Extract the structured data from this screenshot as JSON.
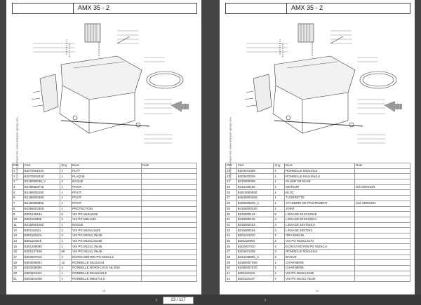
{
  "left_page": {
    "title": "AMX 35 - 2",
    "side_text": "© Ammann-Schweiz AG, www.ammann-group.com",
    "page_number": "13",
    "headers": [
      "Pos",
      "Cod.",
      "Q.ty",
      "Desc",
      "Note"
    ],
    "rows": [
      [
        "1",
        "B2070001442",
        "1",
        "PLAT",
        ""
      ],
      [
        "2",
        "B207000203Z",
        "1",
        "PLAQUE",
        ""
      ],
      [
        "3",
        "B215000048_V",
        "2",
        "BAGUE",
        ""
      ],
      [
        "4",
        "B219000377Z",
        "1",
        "PIVOT",
        ""
      ],
      [
        "5",
        "B219000520Z",
        "1",
        "PIVOT",
        ""
      ],
      [
        "6",
        "B219000539Z",
        "1",
        "PIVOT",
        ""
      ],
      [
        "7",
        "B219000580Z",
        "1",
        "PIVOT",
        ""
      ],
      [
        "8",
        "B236000335G",
        "1",
        "PROTECTION",
        ""
      ],
      [
        "9",
        "B301249184",
        "8",
        "VIS PG M16x2x50",
        ""
      ],
      [
        "10",
        "B301118088",
        "2",
        "VIS PG M8x1x25",
        ""
      ],
      [
        "11",
        "B215000105Z",
        "1",
        "BAGUE",
        ""
      ],
      [
        "12",
        "B301118111",
        "2",
        "VIS PG M10x1,5x25",
        ""
      ],
      [
        "13",
        "B301118134",
        "4",
        "VIS PG M10x1,75x25",
        ""
      ],
      [
        "14",
        "B301118248",
        "1",
        "VIS PG M10x1,5x180",
        ""
      ],
      [
        "15",
        "B301208080",
        "1",
        "VIS PG M12x1,75x45",
        ""
      ],
      [
        "16",
        "B301247106",
        "60",
        "VIS PG M12x1,75x45",
        ""
      ],
      [
        "17",
        "B302007010",
        "4",
        "ECROU MOYEN PG M10x1,5",
        ""
      ],
      [
        "18",
        "B303006001",
        "12",
        "RONDELLE M12x24x3",
        ""
      ],
      [
        "19",
        "B303208000",
        "4",
        "RONDELLE NORD-LOCK NL M16",
        ""
      ],
      [
        "20",
        "B303101012",
        "1",
        "RONDELLE M12x24x2,5",
        ""
      ],
      [
        "21",
        "B303401008",
        "1",
        "RONDELLE M8x17x1,6",
        ""
      ]
    ]
  },
  "right_page": {
    "title": "AMX 35 - 2",
    "side_text": "© Ammann-Schweiz AG, www.ammann-group.com",
    "page_number": "14",
    "headers": [
      "Pos",
      "Cod.",
      "Q.ty",
      "Desc",
      "Note"
    ],
    "rows": [
      [
        "22",
        "B303401008",
        "2",
        "RONDELLE M10x21x2",
        ""
      ],
      [
        "23",
        "B303403029",
        "1",
        "RONDELLE M12x36x2,5",
        ""
      ],
      [
        "24",
        "B310000008",
        "1",
        "PALIER DE BASE",
        ""
      ],
      [
        "25",
        "B316100150",
        "1",
        "MOTEUR",
        "3rd VERSION"
      ],
      [
        "26",
        "B251000083Z",
        "1",
        "BLOC",
        ""
      ],
      [
        "27",
        "B484000029G",
        "1",
        "TUORRETTE",
        ""
      ],
      [
        "28",
        "B496000229_A",
        "1",
        "CYLINDRE DE PIVOTEMENT",
        "2nd VERSION"
      ],
      [
        "29",
        "B415000034G",
        "1",
        "JOINT",
        ""
      ],
      [
        "30",
        "B215000134",
        "8",
        "LISSAGE 60.5X105X5",
        ""
      ],
      [
        "31",
        "B215000135",
        "4",
        "LISSAGE 60.5X105X1",
        ""
      ],
      [
        "32",
        "B215000153",
        "4",
        "LISSAGE 46X75X0,5",
        ""
      ],
      [
        "33",
        "B215000154",
        "4",
        "LISSAGE 46X75X1",
        ""
      ],
      [
        "34",
        "B304101210",
        "1",
        "GRAISSEUR",
        ""
      ],
      [
        "35",
        "B301118093",
        "2",
        "VIS PG M10x1,5x70",
        ""
      ],
      [
        "36",
        "B302007010",
        "4",
        "ECROU MOYEN PG M10x1,5",
        ""
      ],
      [
        "37",
        "B303401008",
        "2",
        "RONDELLE M10x21x2",
        ""
      ],
      [
        "38",
        "B314108805_A",
        "2",
        "BAGUE",
        ""
      ],
      [
        "39",
        "B236000739G",
        "1",
        "CHARNIERE",
        ""
      ],
      [
        "40",
        "B236000757G",
        "1",
        "CHARNIERE",
        ""
      ],
      [
        "41",
        "B301118103",
        "2",
        "VIS PG M10x1,5x35",
        ""
      ],
      [
        "42",
        "B301118137",
        "4",
        "VIS PG M12x1,75x40",
        ""
      ]
    ]
  },
  "toolbar": {
    "page_field": "13 / 117",
    "prev_icon": "chevron-left-icon",
    "next_icon": "chevron-right-icon"
  },
  "colors": {
    "background": "#454545",
    "toolbar": "#3a3a3a",
    "line": "#333333",
    "arrow": "#9a9a9a"
  }
}
